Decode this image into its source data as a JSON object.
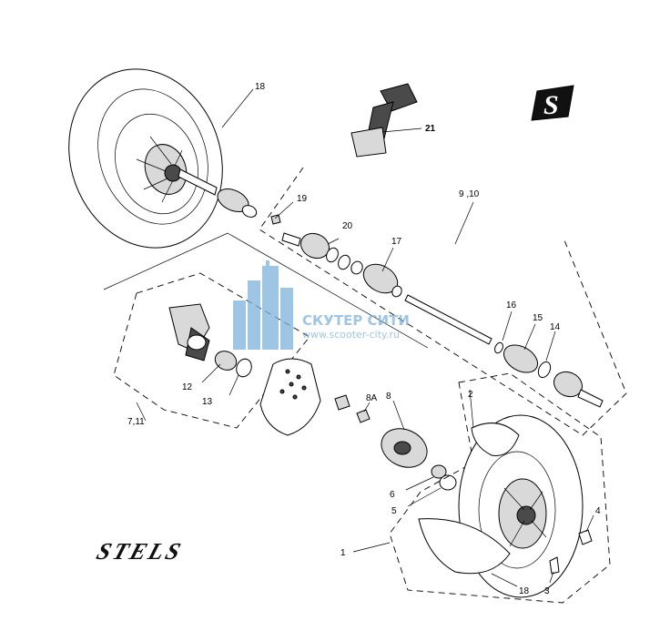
{
  "labels": {
    "l18_top": "18",
    "l21": "21",
    "l9_10": "9 ,10",
    "l19": "19",
    "l20": "20",
    "l17": "17",
    "l16": "16",
    "l15": "15",
    "l14": "14",
    "l12": "12",
    "l13": "13",
    "l7_11": "7,11",
    "l8A": "8A",
    "l8": "8",
    "l2": "2",
    "l6": "6",
    "l5": "5",
    "l4": "4",
    "l1": "1",
    "l3": "3",
    "l18_bottom": "18"
  },
  "watermark": {
    "title": "СКУТЕР СИТИ",
    "url": "www.scooter-city.ru"
  },
  "brand": {
    "logo_letter": "S",
    "wordmark": "STELS"
  },
  "colors": {
    "watermark": "#7fb2dc",
    "ink": "#000000",
    "background": "#ffffff"
  }
}
